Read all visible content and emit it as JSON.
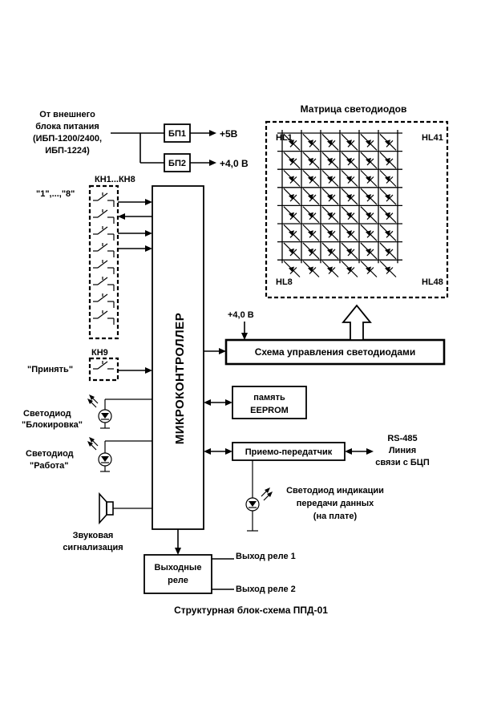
{
  "power": {
    "source_label": [
      "От внешнего",
      "блока питания",
      "(ИБП-1200/2400,",
      "ИБП-1224)"
    ],
    "bp1": "БП1",
    "bp2": "БП2",
    "v5": "+5В",
    "v4": "+4,0 В"
  },
  "keys": {
    "label": "КН1...КН8",
    "sublabel": "\"1\",...,\"8\"",
    "accept_key": "КН9",
    "accept_label": "\"Принять\""
  },
  "leds": {
    "block_label": [
      "Светодиод",
      "\"Блокировка\""
    ],
    "work_label": [
      "Светодиод",
      "\"Работа\""
    ]
  },
  "sound": [
    "Звуковая",
    "сигнализация"
  ],
  "mcu": "МИКРОКОНТРОЛЛЕР",
  "relays": {
    "box": [
      "Выходные",
      "реле"
    ],
    "out1": "Выход реле 1",
    "out2": "Выход реле 2"
  },
  "eeprom": [
    "память",
    "EEPROM"
  ],
  "transceiver": "Приемо-передатчик",
  "rs485": [
    "RS-485",
    "Линия",
    "связи с БЦП"
  ],
  "indicator": [
    "Светодиод индикации",
    "передачи данных",
    "(на плате)"
  ],
  "matrix": {
    "title": "Матрица светодиодов",
    "hl1": "HL1",
    "hl41": "HL41",
    "hl8": "HL8",
    "hl48": "HL48"
  },
  "led_ctrl": {
    "voltage": "+4,0 В",
    "label": "Схема управления светодиодами"
  },
  "caption": "Структурная блок-схема ППД-01"
}
